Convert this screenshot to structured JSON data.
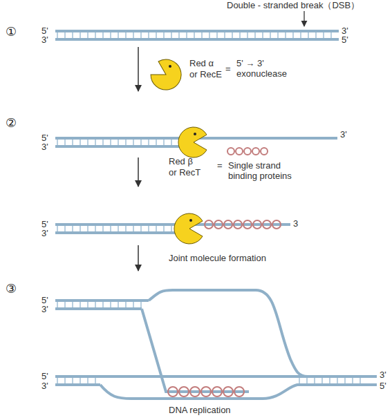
{
  "diagram": {
    "labels": [
      "①",
      "Double - stranded break（DSB）",
      "5'",
      "3'",
      "3'",
      "5'",
      "Red α",
      "or RecE",
      "=",
      "5' → 3' exonuclease",
      "②",
      "5'",
      "3'",
      "3'",
      "Red β",
      "or RecT",
      "=",
      "Single strand binding proteins",
      "5'",
      "3'",
      "3",
      "Joint molecule formation",
      "③",
      "5'",
      "3'",
      "5'",
      "3'",
      "3'",
      "5'",
      "DNA replication"
    ]
  }
}
